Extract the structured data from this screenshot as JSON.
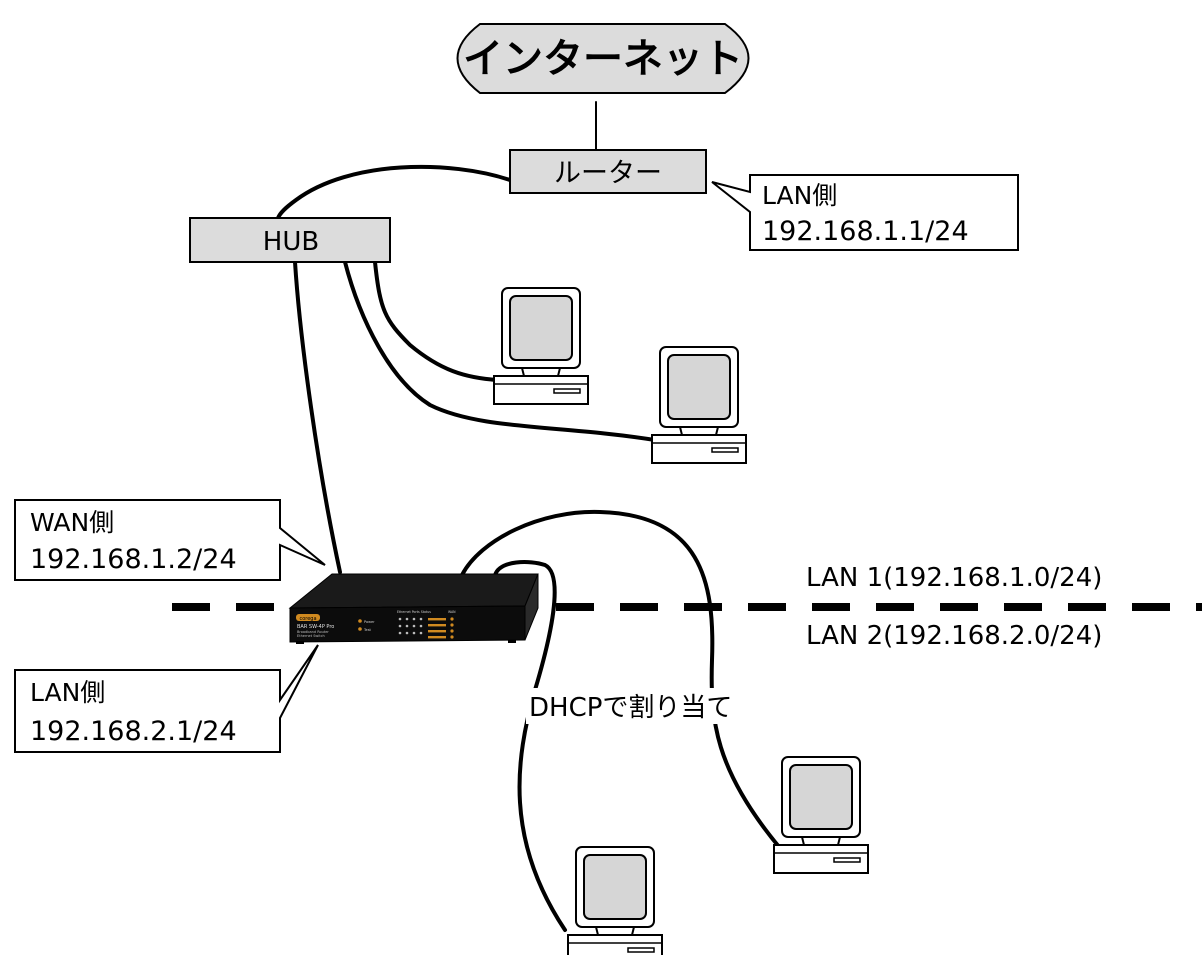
{
  "internet": {
    "label": "インターネット"
  },
  "router": {
    "label": "ルーター"
  },
  "hub": {
    "label": "HUB"
  },
  "router_lan_callout": {
    "title": "LAN側",
    "ip": "192.168.1.1/24"
  },
  "device_wan_callout": {
    "title": "WAN側",
    "ip": "192.168.1.2/24"
  },
  "device_lan_callout": {
    "title": "LAN側",
    "ip": "192.168.2.1/24"
  },
  "lan1": {
    "label": "LAN 1(192.168.1.0/24)"
  },
  "lan2": {
    "label": "LAN 2(192.168.2.0/24)"
  },
  "dhcp": {
    "label": "DHCPで割り当て"
  },
  "device": {
    "brand": "corega",
    "model": "BAR SW-4P Pro",
    "sub1": "Broadband Router",
    "sub2": "Ethernet Switch",
    "led_power": "Power",
    "led_test": "Test",
    "port_group": "Ethernet Ports Status",
    "wan_group": "WAN"
  },
  "colors": {
    "box_fill": "#dcdcdc",
    "line": "#000000",
    "device_body": "#111111",
    "led": "#d08a20"
  }
}
